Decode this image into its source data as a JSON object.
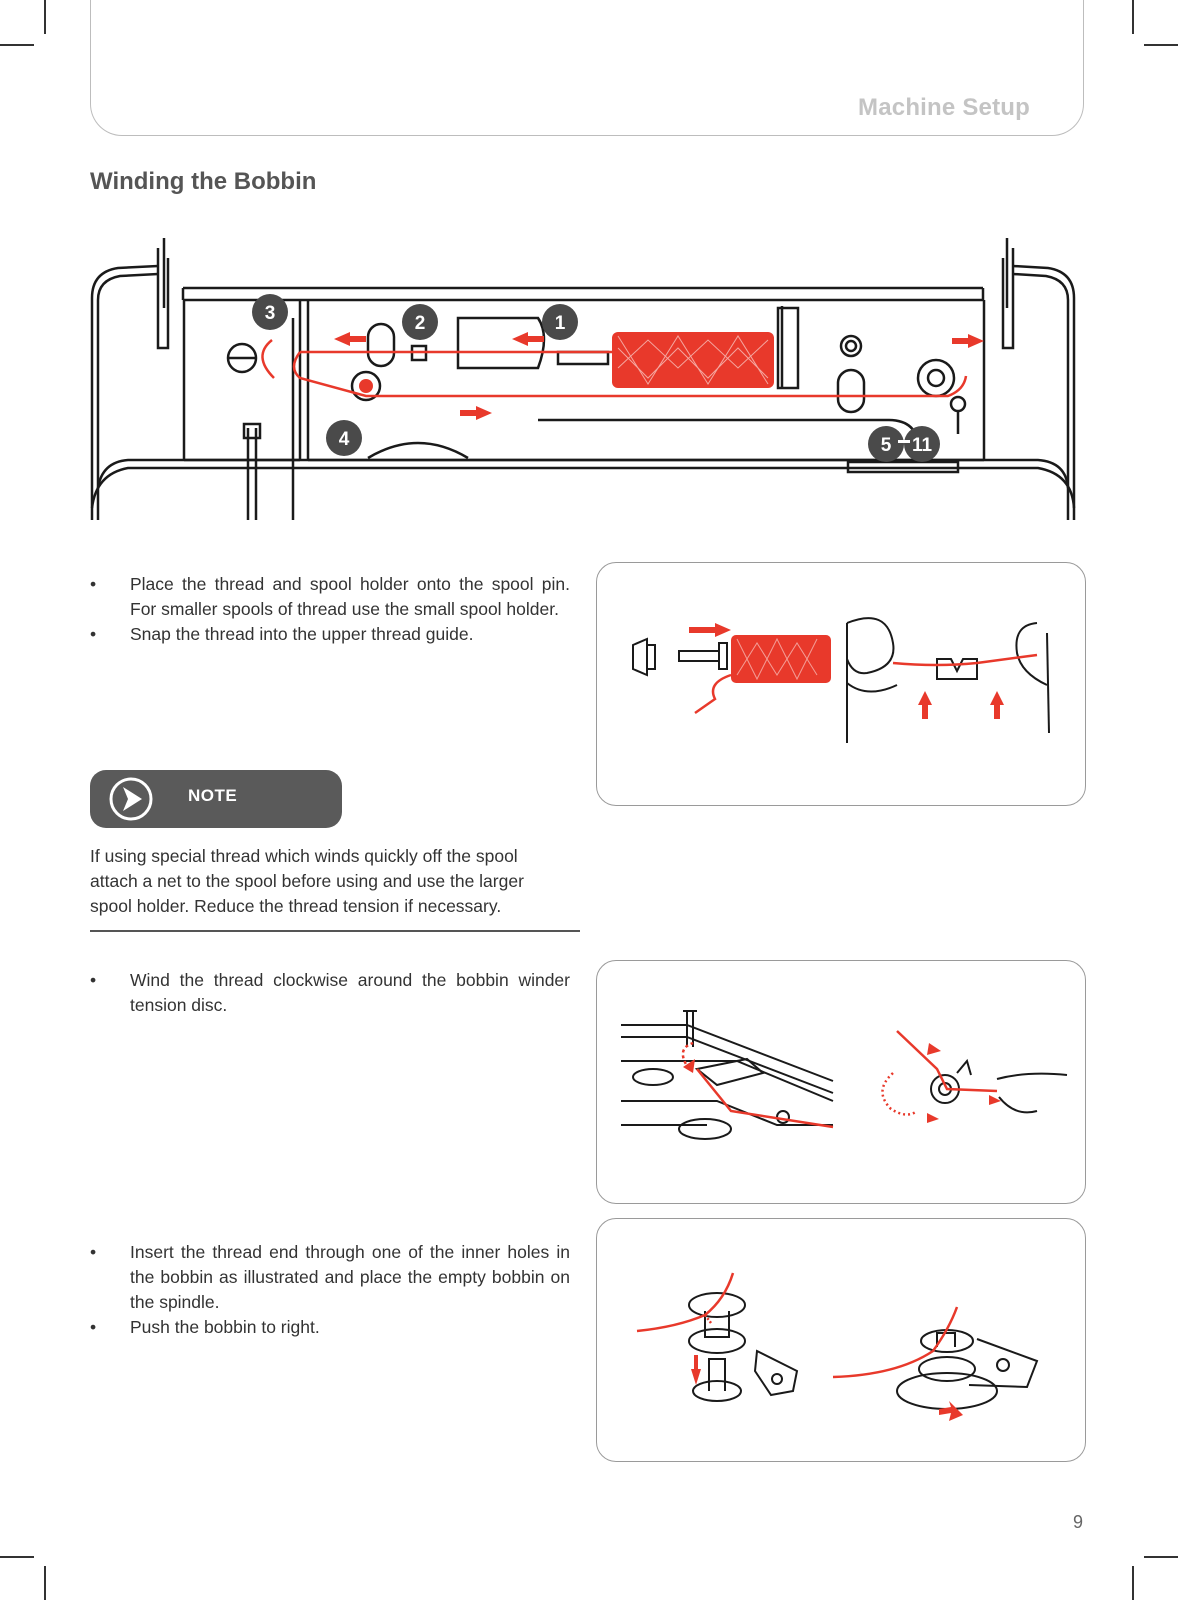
{
  "header": {
    "section_title": "Machine Setup"
  },
  "page_title": "Winding the Bobbin",
  "diagram_top": {
    "callouts": [
      "1",
      "2",
      "3",
      "4",
      "5",
      "11"
    ],
    "colors": {
      "thread": "#e8392b",
      "line": "#1a1a1a",
      "callout": "#4a4a4a"
    }
  },
  "section1": {
    "bullets": [
      "Place the thread and spool holder onto the spool pin. For smaller spools of thread use the small spool holder.",
      "Snap the thread into the upper thread guide."
    ]
  },
  "note": {
    "label": "NOTE",
    "icon": "arrow-right-circle-icon",
    "text": "If using special thread which winds quickly off the spool attach a net to the spool before using and use the larger spool holder. Reduce the thread tension if necessary."
  },
  "section2": {
    "bullets": [
      "Wind the thread clockwise around the bobbin winder tension disc."
    ]
  },
  "section3": {
    "bullets": [
      "Insert the thread end through one of the inner holes in the bobbin as illustrated and place the empty bobbin on the spindle.",
      "Push the bobbin to right."
    ]
  },
  "page_number": "9"
}
